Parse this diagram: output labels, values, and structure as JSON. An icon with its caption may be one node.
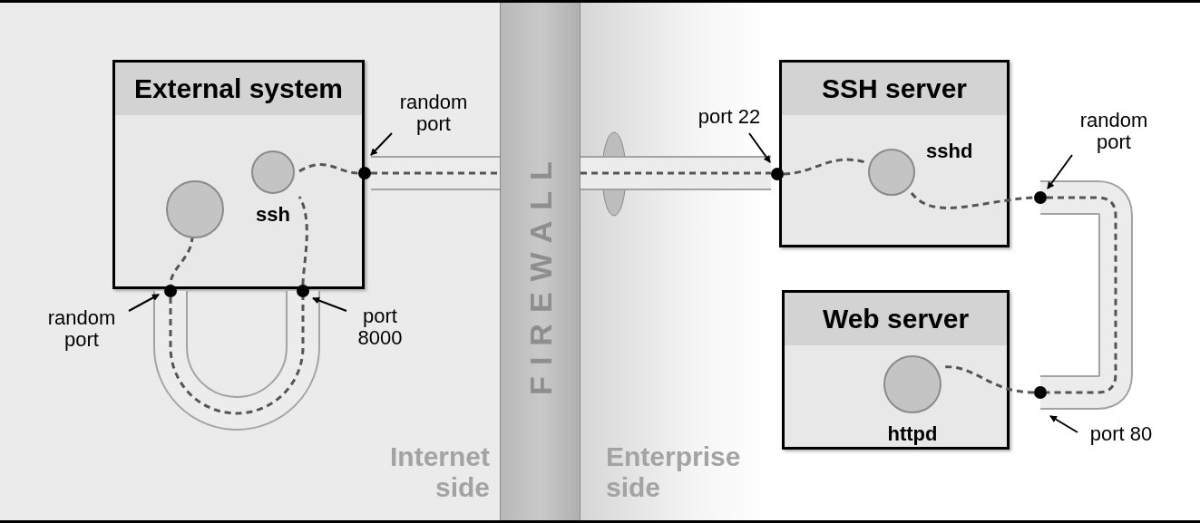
{
  "diagram": {
    "nodes": [
      {
        "text": [
          "External system"
        ]
      },
      {
        "text": [],
        "shape": "circle",
        "in": 0
      },
      {
        "text": [
          "ssh"
        ],
        "in": 0
      },
      {
        "text": [
          "FIREWALL"
        ]
      },
      {
        "text": [
          "SSH server"
        ]
      },
      {
        "text": [
          "sshd"
        ],
        "in": 4
      },
      {
        "text": [
          "Web server"
        ]
      },
      {
        "text": [
          "httpd"
        ],
        "in": 6
      },
      {
        "text": [
          "random port"
        ]
      },
      {
        "text": [
          "random port"
        ]
      },
      {
        "text": [
          "port 8000"
        ]
      },
      {
        "text": [
          "port 22"
        ]
      },
      {
        "text": [
          "random port"
        ]
      },
      {
        "text": [
          "port 80"
        ]
      },
      {
        "text": [],
        "shape": "circle"
      },
      {
        "text": [],
        "shape": "circle"
      },
      {
        "text": [],
        "shape": "circle"
      },
      {
        "text": [],
        "shape": "circle"
      },
      {
        "text": [],
        "shape": "circle"
      },
      {
        "text": [],
        "shape": "circle"
      }
    ],
    "edges": [
      {
        "from": 1,
        "to": 15,
        "arrow": "none",
        "style": "dashed"
      },
      {
        "from": 15,
        "to": 16,
        "arrow": "none",
        "style": "dashed"
      },
      {
        "from": 16,
        "to": 2,
        "arrow": "none",
        "style": "dashed"
      },
      {
        "from": 2,
        "to": 14,
        "arrow": "none",
        "style": "dashed"
      },
      {
        "from": 14,
        "to": 3,
        "arrow": "none",
        "style": "dashed"
      },
      {
        "from": 3,
        "to": 17,
        "arrow": "none",
        "style": "dashed"
      },
      {
        "from": 17,
        "to": 5,
        "arrow": "none",
        "style": "dashed"
      },
      {
        "from": 5,
        "to": 18,
        "arrow": "none",
        "style": "dashed"
      },
      {
        "from": 18,
        "to": 19,
        "arrow": "none",
        "style": "dashed"
      },
      {
        "from": 19,
        "to": 7,
        "arrow": "none",
        "style": "dashed"
      },
      {
        "from": 8,
        "to": 14,
        "arrow": "to"
      },
      {
        "from": 9,
        "to": 15,
        "arrow": "to"
      },
      {
        "from": 10,
        "to": 16,
        "arrow": "to"
      },
      {
        "from": 11,
        "to": 17,
        "arrow": "to"
      },
      {
        "from": 12,
        "to": 18,
        "arrow": "to"
      },
      {
        "from": 13,
        "to": 19,
        "arrow": "to"
      }
    ],
    "labels": [
      "Internet side",
      "Enterprise side"
    ]
  }
}
